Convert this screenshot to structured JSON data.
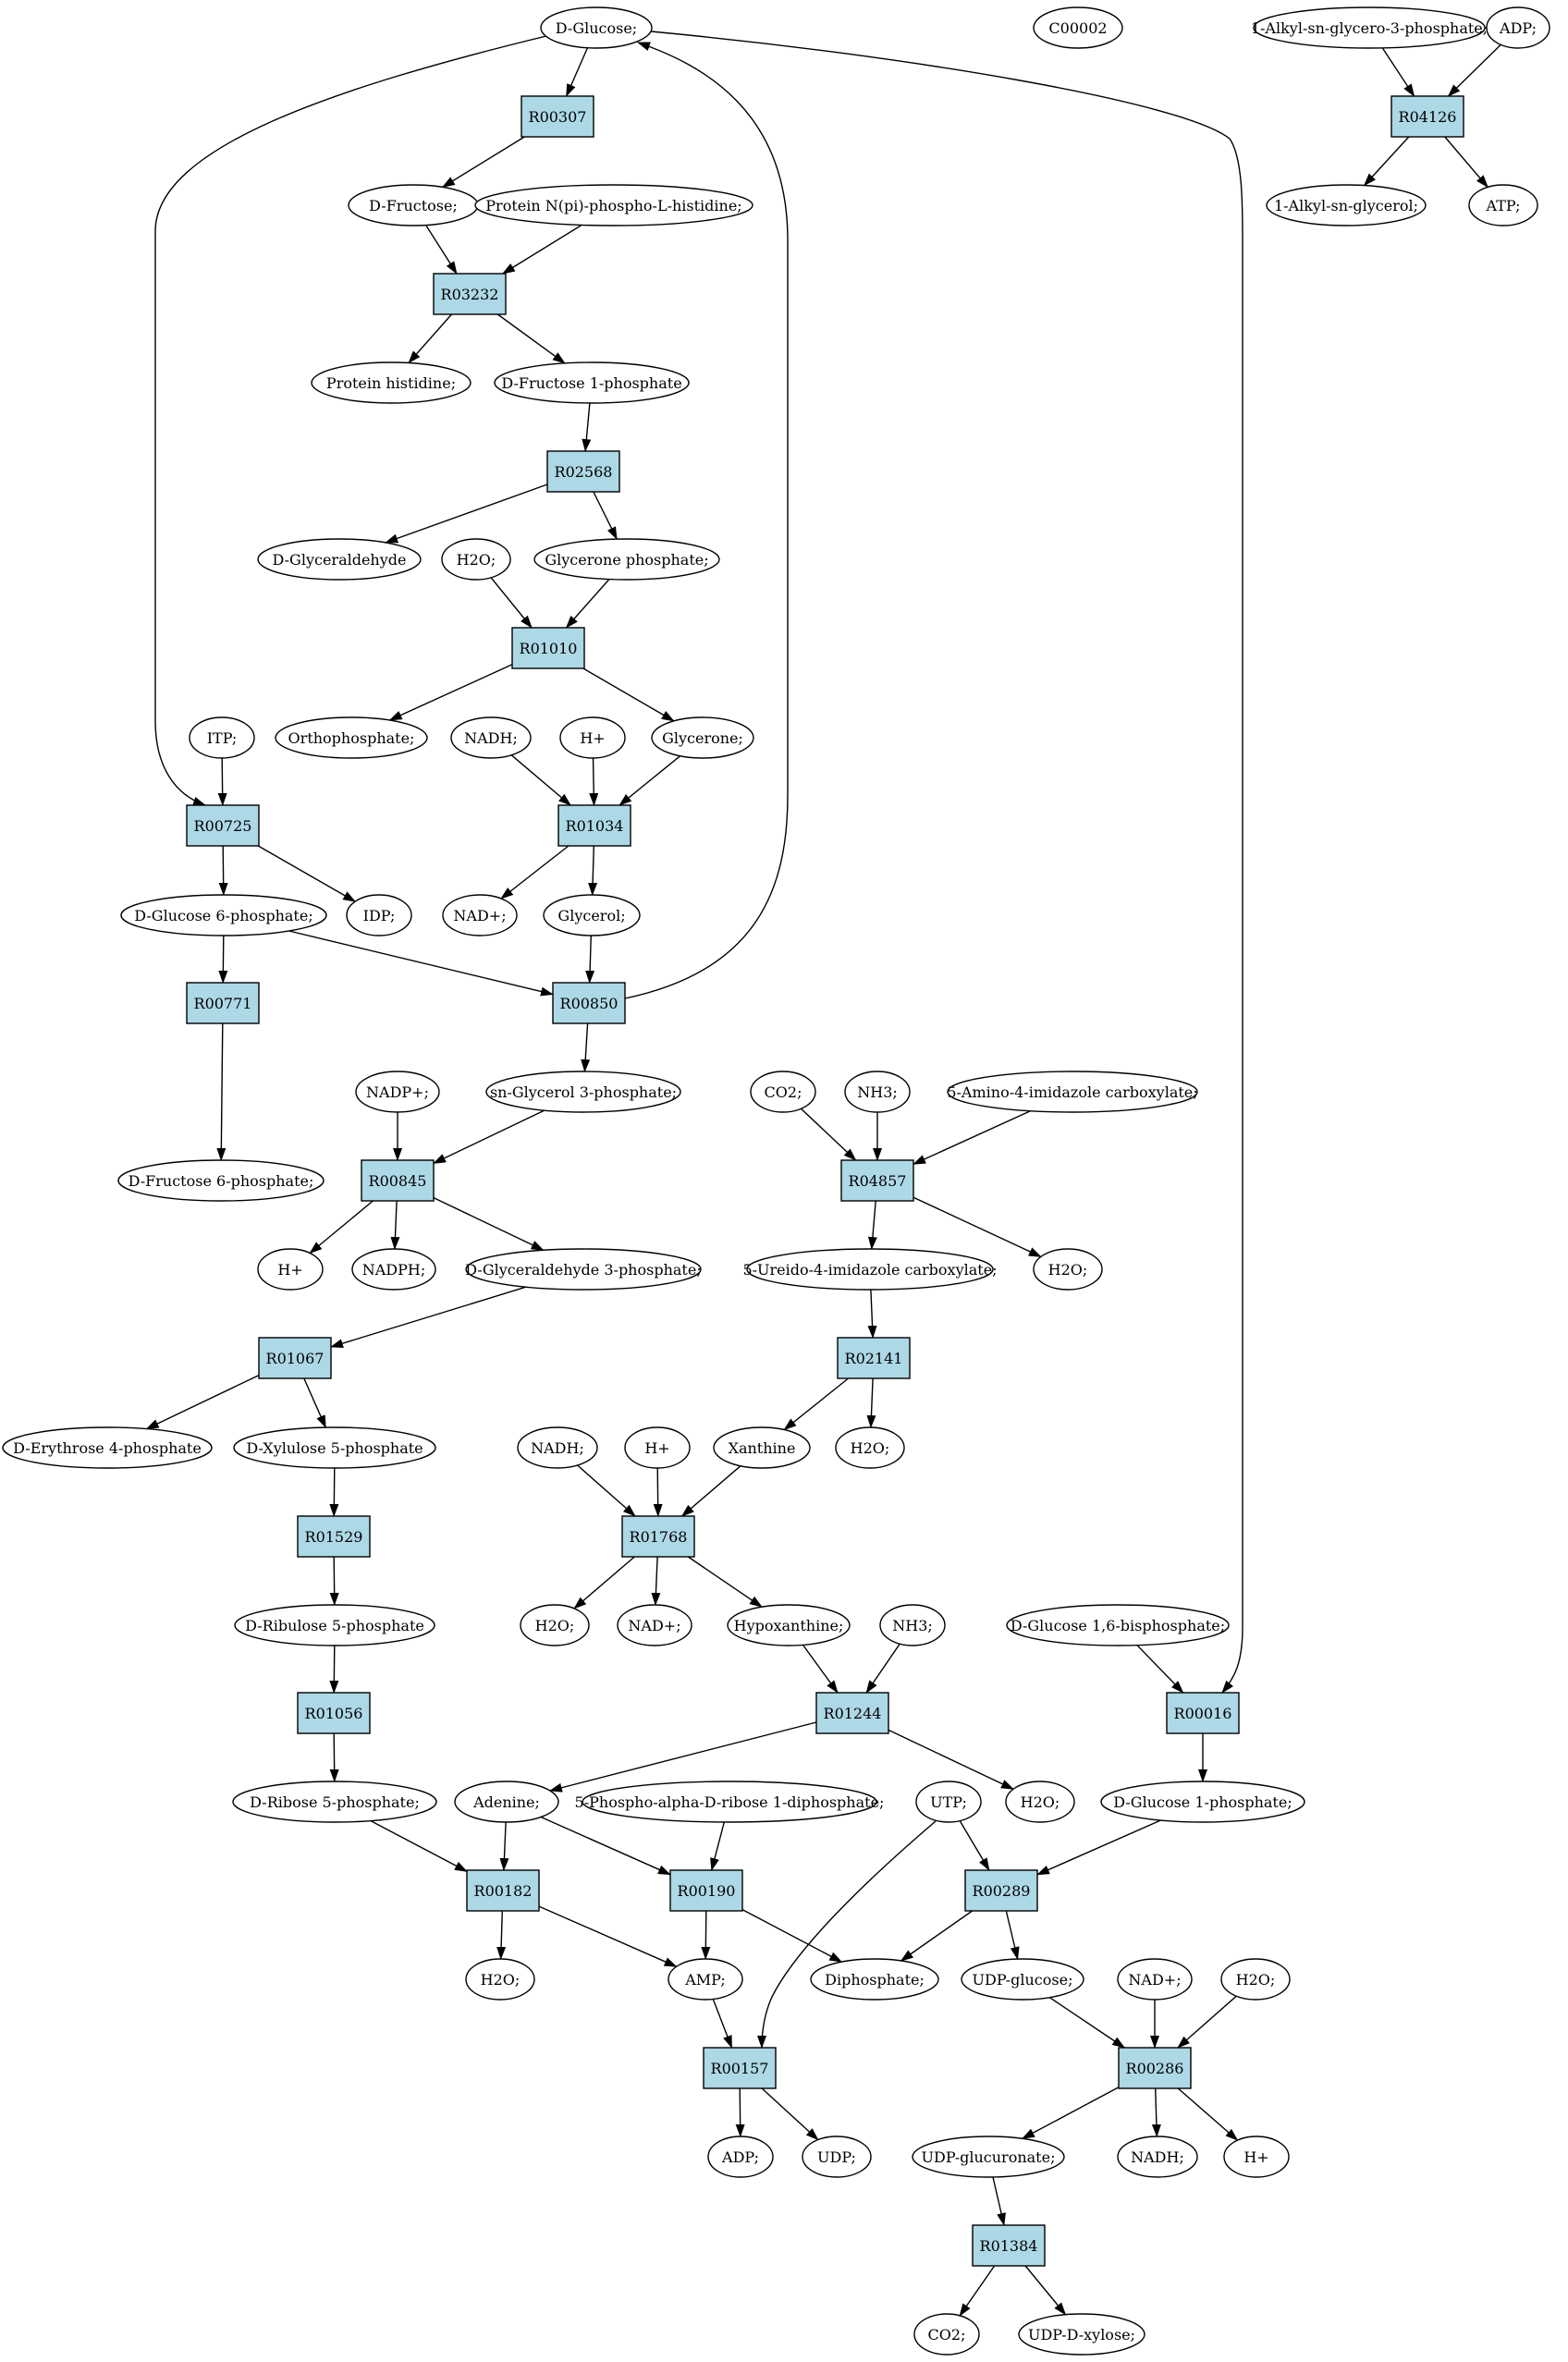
{
  "colors": {
    "reaction_fill": "#add8e6",
    "compound_fill": "#ffffff",
    "d_glucose_fill": "#00ff00",
    "c00002_fill": "#ffff00",
    "stroke": "#000000"
  },
  "nodes": {
    "glc": {
      "label": "D-Glucose;"
    },
    "c00002": {
      "label": "C00002"
    },
    "alkyl_g3p": {
      "label": "1-Alkyl-sn-glycero-3-phosphate;"
    },
    "adp1": {
      "label": "ADP;"
    },
    "r04126": {
      "label": "R04126"
    },
    "alkyl_g": {
      "label": "1-Alkyl-sn-glycerol;"
    },
    "atp": {
      "label": "ATP;"
    },
    "r00307": {
      "label": "R00307"
    },
    "fru": {
      "label": "D-Fructose;"
    },
    "protpi": {
      "label": "Protein N(pi)-phospho-L-histidine;"
    },
    "r03232": {
      "label": "R03232"
    },
    "prothis": {
      "label": "Protein histidine;"
    },
    "f1p": {
      "label": "D-Fructose 1-phosphate"
    },
    "r02568": {
      "label": "R02568"
    },
    "glyald": {
      "label": "D-Glyceraldehyde"
    },
    "h2o_a": {
      "label": "H2O;"
    },
    "dhap": {
      "label": "Glycerone phosphate;"
    },
    "r01010": {
      "label": "R01010"
    },
    "itp": {
      "label": "ITP;"
    },
    "pi": {
      "label": "Orthophosphate;"
    },
    "nadh_a": {
      "label": "NADH;"
    },
    "hplus_a": {
      "label": "H+"
    },
    "glycerone": {
      "label": "Glycerone;"
    },
    "r00725": {
      "label": "R00725"
    },
    "r01034": {
      "label": "R01034"
    },
    "g6p": {
      "label": "D-Glucose 6-phosphate;"
    },
    "idp": {
      "label": "IDP;"
    },
    "nadplus_a": {
      "label": "NAD+;"
    },
    "glycerol": {
      "label": "Glycerol;"
    },
    "r00771": {
      "label": "R00771"
    },
    "r00850": {
      "label": "R00850"
    },
    "nadpplus": {
      "label": "NADP+;"
    },
    "sng3p": {
      "label": "sn-Glycerol 3-phosphate;"
    },
    "co2_a": {
      "label": "CO2;"
    },
    "nh3_a": {
      "label": "NH3;"
    },
    "aica": {
      "label": "5-Amino-4-imidazole carboxylate;"
    },
    "f6p": {
      "label": "D-Fructose 6-phosphate;"
    },
    "r00845": {
      "label": "R00845"
    },
    "r04857": {
      "label": "R04857"
    },
    "hplus_b": {
      "label": "H+"
    },
    "nadph": {
      "label": "NADPH;"
    },
    "gap": {
      "label": "D-Glyceraldehyde 3-phosphate;"
    },
    "ureido": {
      "label": "5-Ureido-4-imidazole carboxylate;"
    },
    "h2o_b": {
      "label": "H2O;"
    },
    "r01067": {
      "label": "R01067"
    },
    "r02141": {
      "label": "R02141"
    },
    "e4p": {
      "label": "D-Erythrose 4-phosphate"
    },
    "xu5p": {
      "label": "D-Xylulose 5-phosphate"
    },
    "nadh_b": {
      "label": "NADH;"
    },
    "hplus_c": {
      "label": "H+"
    },
    "xanthine": {
      "label": "Xanthine"
    },
    "h2o_c": {
      "label": "H2O;"
    },
    "r01529": {
      "label": "R01529"
    },
    "r01768": {
      "label": "R01768"
    },
    "ru5p": {
      "label": "D-Ribulose 5-phosphate"
    },
    "h2o_d": {
      "label": "H2O;"
    },
    "nadplus_b": {
      "label": "NAD+;"
    },
    "hypox": {
      "label": "Hypoxanthine;"
    },
    "nh3_b": {
      "label": "NH3;"
    },
    "g16bp": {
      "label": "D-Glucose 1,6-bisphosphate;"
    },
    "r01056": {
      "label": "R01056"
    },
    "r01244": {
      "label": "R01244"
    },
    "r00016": {
      "label": "R00016"
    },
    "r5p": {
      "label": "D-Ribose 5-phosphate;"
    },
    "adenine": {
      "label": "Adenine;"
    },
    "prpp": {
      "label": "5-Phospho-alpha-D-ribose 1-diphosphate;"
    },
    "utp": {
      "label": "UTP;"
    },
    "h2o_e": {
      "label": "H2O;"
    },
    "g1p": {
      "label": "D-Glucose 1-phosphate;"
    },
    "r00182": {
      "label": "R00182"
    },
    "r00190": {
      "label": "R00190"
    },
    "r00289": {
      "label": "R00289"
    },
    "h2o_f": {
      "label": "H2O;"
    },
    "amp": {
      "label": "AMP;"
    },
    "diphos": {
      "label": "Diphosphate;"
    },
    "udpglc": {
      "label": "UDP-glucose;"
    },
    "nadplus_c": {
      "label": "NAD+;"
    },
    "h2o_g": {
      "label": "H2O;"
    },
    "r00157": {
      "label": "R00157"
    },
    "r00286": {
      "label": "R00286"
    },
    "adp2": {
      "label": "ADP;"
    },
    "udp": {
      "label": "UDP;"
    },
    "udpglcu": {
      "label": "UDP-glucuronate;"
    },
    "nadh_c": {
      "label": "NADH;"
    },
    "hplus_d": {
      "label": "H+"
    },
    "r01384": {
      "label": "R01384"
    },
    "co2_b": {
      "label": "CO2;"
    },
    "udpxyl": {
      "label": "UDP-D-xylose;"
    }
  }
}
